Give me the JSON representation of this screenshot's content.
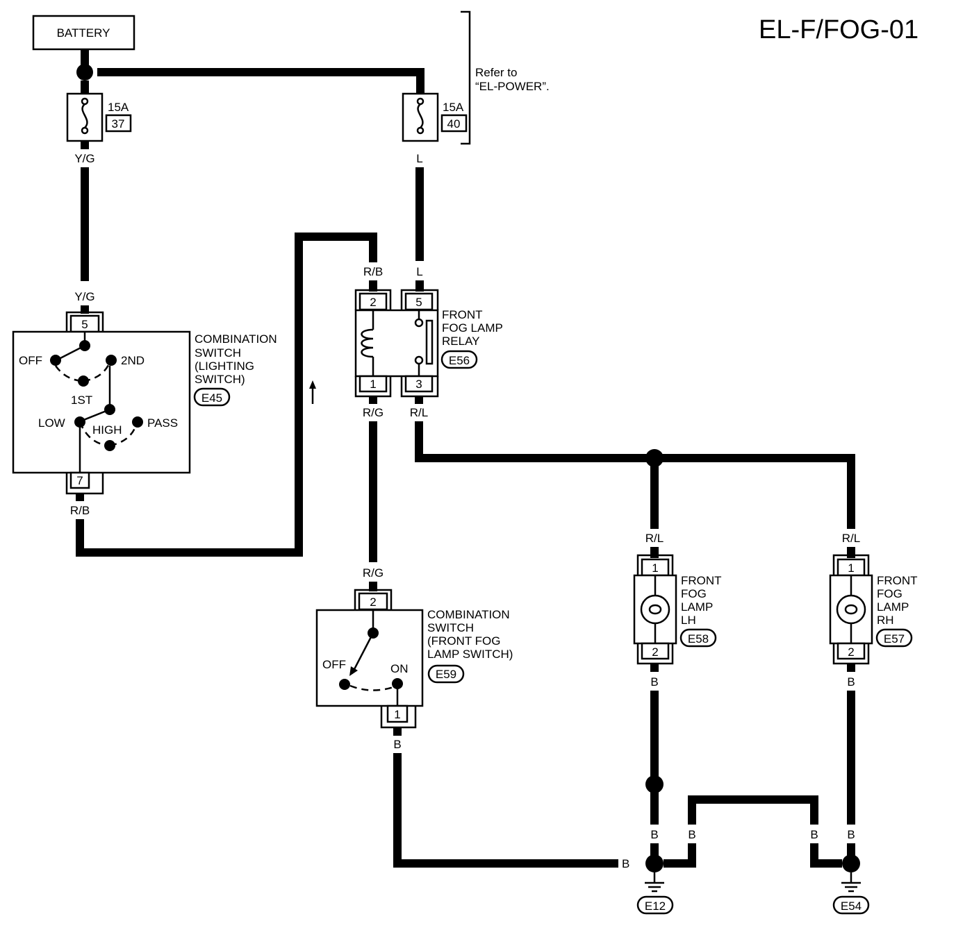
{
  "title": "EL-F/FOG-01",
  "battery": "BATTERY",
  "refer": {
    "line1": "Refer to",
    "line2": "“EL-POWER”."
  },
  "fuses": [
    {
      "amp": "15A",
      "num": "37"
    },
    {
      "amp": "15A",
      "num": "40"
    }
  ],
  "wires": {
    "yg": "Y/G",
    "l": "L",
    "rb": "R/B",
    "rg": "R/G",
    "rl": "R/L",
    "b": "B"
  },
  "lighting_switch": {
    "line1": "COMBINATION",
    "line2": "SWITCH",
    "line3": "(LIGHTING",
    "line4": "SWITCH)",
    "connector": "E45",
    "pin_top": "5",
    "pin_bottom": "7",
    "positions": {
      "off": "OFF",
      "first": "1ST",
      "second": "2ND",
      "low": "LOW",
      "high": "HIGH",
      "pass": "PASS"
    }
  },
  "relay": {
    "line1": "FRONT",
    "line2": "FOG LAMP",
    "line3": "RELAY",
    "connector": "E56",
    "pins": [
      "2",
      "5",
      "1",
      "3"
    ]
  },
  "fog_switch": {
    "line1": "COMBINATION",
    "line2": "SWITCH",
    "line3": "(FRONT FOG",
    "line4": "LAMP SWITCH)",
    "connector": "E59",
    "pin_top": "2",
    "pin_bottom": "1",
    "off": "OFF",
    "on": "ON"
  },
  "lamp_lh": {
    "line1": "FRONT",
    "line2": "FOG",
    "line3": "LAMP",
    "line4": "LH",
    "connector": "E58",
    "pin_top": "1",
    "pin_bottom": "2"
  },
  "lamp_rh": {
    "line1": "FRONT",
    "line2": "FOG",
    "line3": "LAMP",
    "line4": "RH",
    "connector": "E57",
    "pin_top": "1",
    "pin_bottom": "2"
  },
  "grounds": [
    "E12",
    "E54"
  ]
}
